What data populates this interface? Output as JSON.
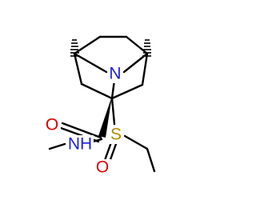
{
  "diagram": {
    "atoms": {
      "n_ring": "N",
      "o_carbonyl": "O",
      "n_amide": "NH",
      "s": "S",
      "o_sulfonyl": "O"
    },
    "colors": {
      "bond": "#000000",
      "nitrogen": "#1f1fd9",
      "oxygen": "#e00000",
      "sulfur": "#b08c00"
    }
  }
}
